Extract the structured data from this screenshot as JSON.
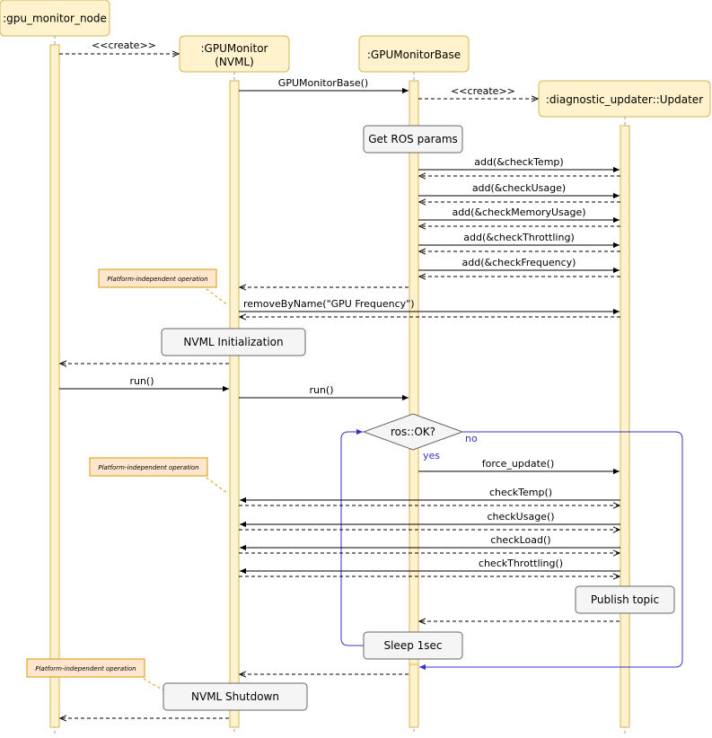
{
  "participants": {
    "gpu_monitor_node": ":gpu_monitor_node",
    "gpu_monitor_line1": ":GPUMonitor",
    "gpu_monitor_line2": "(NVML)",
    "gpu_monitor_base": ":GPUMonitorBase",
    "updater": ":diagnostic_updater::Updater"
  },
  "messages": {
    "create1": "<<create>>",
    "ctor": "GPUMonitorBase()",
    "create2": "<<create>>",
    "add_temp": "add(&checkTemp)",
    "add_usage": "add(&checkUsage)",
    "add_mem": "add(&checkMemoryUsage)",
    "add_throttle": "add(&checkThrottling)",
    "add_freq": "add(&checkFrequency)",
    "remove_freq": "removeByName(\"GPU Frequency\")",
    "run_node": "run()",
    "run_base": "run()",
    "force_update": "force_update()",
    "check_temp": "checkTemp()",
    "check_usage": "checkUsage()",
    "check_load": "checkLoad()",
    "check_throttle": "checkThrottling()"
  },
  "boxes": {
    "get_ros_params": "Get ROS params",
    "nvml_init": "NVML Initialization",
    "publish_topic": "Publish topic",
    "sleep": "Sleep 1sec",
    "nvml_shutdown": "NVML Shutdown"
  },
  "decision": {
    "condition": "ros::OK?",
    "no": "no",
    "yes": "yes"
  },
  "notes": {
    "note1": "Platform-independent operation",
    "note2": "Platform-independent operation",
    "note3": "Platform-independent operation"
  },
  "colors": {
    "participant_fill": "#fff2cc",
    "participant_stroke": "#d6b656",
    "note_fill": "#ffe6cc",
    "note_stroke": "#d79b00",
    "box_fill": "#f5f5f5",
    "box_stroke": "#666666",
    "loop_line": "#3333cc"
  }
}
